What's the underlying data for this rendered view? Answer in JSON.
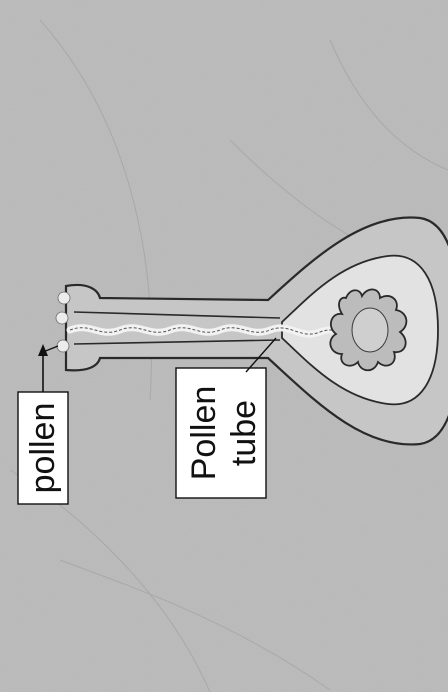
{
  "diagram": {
    "labels": {
      "pollen": "pollen",
      "pollen_tube_line1": "Pollen",
      "pollen_tube_line2": "tube"
    },
    "colors": {
      "background": "#bdbdbd",
      "outline": "#2a2a2a",
      "ovary_fill": "#c9c9c9",
      "chamber_fill": "#e4e4e4",
      "ovule_fill": "#bcbcbc",
      "tube_fill": "#f0f0f0",
      "pollen_grain": "#ebebeb",
      "label_box": "#ffffff"
    }
  }
}
